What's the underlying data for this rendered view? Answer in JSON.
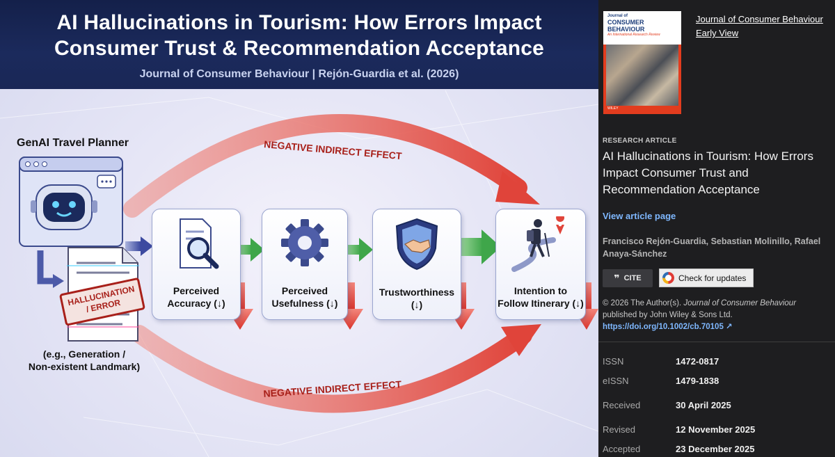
{
  "infographic": {
    "title_line1": "AI Hallucinations in Tourism: How Errors Impact",
    "title_line2": "Consumer Trust & Recommendation Acceptance",
    "subtitle": "Journal of Consumer Behaviour  | Rejón-Guardia et al. (2026)",
    "planner_label": "GenAI Travel Planner",
    "hallucination_stamp_line1": "HALLUCINATION",
    "hallucination_stamp_line2": "/ ERROR",
    "example_line1": "(e.g., Generation /",
    "example_line2": "Non-existent Landmark)",
    "top_arc_label": "NEGATIVE INDIRECT EFFECT",
    "bottom_arc_label": "NEGATIVE INDIRECT EFFECT",
    "stages": [
      {
        "line1": "Perceived",
        "line2": "Accuracy (↓)"
      },
      {
        "line1": "Perceived",
        "line2": "Usefulness (↓)"
      },
      {
        "line1": "Trustworthiness",
        "line2": "(↓)"
      },
      {
        "line1": "Intention to",
        "line2": "Follow Itinerary (↓)"
      }
    ],
    "colors": {
      "banner": "#1b2a5c",
      "arc": "#e0443a",
      "flow_arrow": "#56b85a",
      "down_arrow": "#e0443a"
    }
  },
  "panel": {
    "cover": {
      "name_small": "Journal of",
      "name_large": "CONSUMER BEHAVIOUR",
      "tagline": "An International Research Review",
      "publisher": "WILEY"
    },
    "journal_link_line1": "Journal of Consumer Behaviour",
    "journal_link_line2": "Early View",
    "kicker": "RESEARCH ARTICLE",
    "article_title": "AI Hallucinations in Tourism: How Errors Impact Consumer Trust and Recommendation Acceptance",
    "view_link": "View article page",
    "authors": "Francisco Rejón-Guardia, Sebastian Molinillo, Rafael Anaya-Sánchez",
    "cite_label": "CITE",
    "cite_icon": "quote-icon",
    "updates_label": "Check for updates",
    "copyright_prefix": "© 2026 The Author(s). ",
    "copyright_journal": "Journal of Consumer Behaviour",
    "copyright_suffix": " published by John Wiley & Sons Ltd.",
    "doi": "https://doi.org/10.1002/cb.70105",
    "meta": [
      {
        "key": "ISSN",
        "value": "1472-0817"
      },
      {
        "key": "eISSN",
        "value": "1479-1838"
      },
      {
        "key": "Received",
        "value": "30 April 2025"
      },
      {
        "key": "Revised",
        "value": "12 November 2025"
      },
      {
        "key": "Accepted",
        "value": "23 December 2025"
      }
    ]
  }
}
